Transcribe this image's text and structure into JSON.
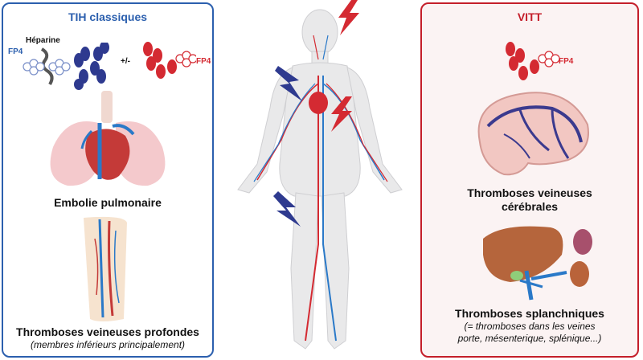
{
  "left_panel": {
    "title": "TIH classiques",
    "heparin_label": "Héparine",
    "fp4_label_1": "FP4",
    "plus_minus": "+/-",
    "fp4_label_2": "FP4",
    "pulmonary_label": "Embolie pulmonaire",
    "dvt_label": "Thromboses veineuses profondes",
    "dvt_note": "(membres inférieurs principalement)"
  },
  "right_panel": {
    "title": "VITT",
    "fp4_label": "FP4",
    "cerebral_label_line1": "Thromboses veineuses",
    "cerebral_label_line2": "cérébrales",
    "splanchnic_label": "Thromboses splanchniques",
    "splanchnic_note_line1": "(= thromboses dans les veines",
    "splanchnic_note_line2": "porte, mésenterique, splénique...)"
  },
  "colors": {
    "left_accent": "#2b5fae",
    "right_accent": "#c41e2a",
    "antibody_blue": "#2e3a8f",
    "antibody_red": "#d42a32",
    "lightning": "#d42a32",
    "lightning_blue": "#2e3a8f"
  }
}
